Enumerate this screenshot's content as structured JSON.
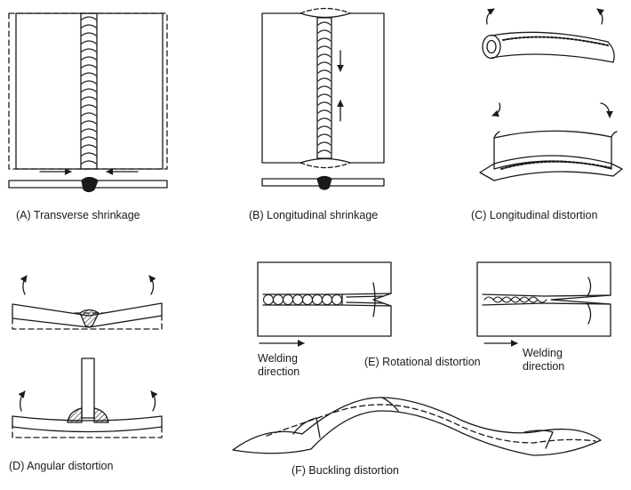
{
  "labels": {
    "a": "(A) Transverse shrinkage",
    "b": "(B) Longitudinal shrinkage",
    "c": "(C) Longitudinal distortion",
    "d": "(D) Angular distortion",
    "e": "(E) Rotational distortion",
    "f": "(F) Buckling distortion",
    "welding_dir_left": "Welding direction",
    "welding_dir_right": "Welding direction"
  },
  "colors": {
    "ink": "#1a1a1a",
    "paper": "#ffffff",
    "bead": "#1a1a1a"
  }
}
